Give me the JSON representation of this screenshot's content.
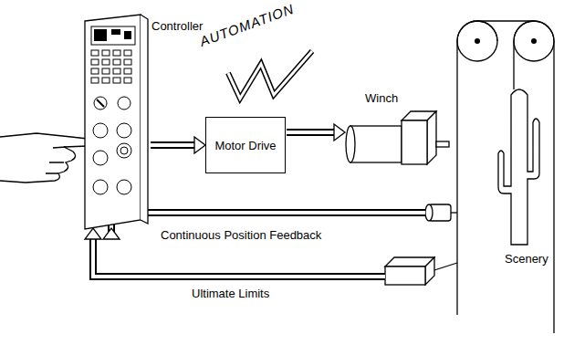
{
  "diagram": {
    "nodes": [
      {
        "text": [
          "Controller"
        ]
      },
      {
        "text": [
          "Motor Drive"
        ]
      },
      {
        "text": [
          "Winch"
        ]
      }
    ],
    "edges": [
      {
        "from": 0,
        "to": 1,
        "arrow": "to"
      },
      {
        "from": 1,
        "to": 2,
        "arrow": "to"
      }
    ],
    "labels": [
      "AUTOMATION",
      "Scenery",
      "Continuous Position Feedback",
      "Ultimate Limits"
    ]
  }
}
